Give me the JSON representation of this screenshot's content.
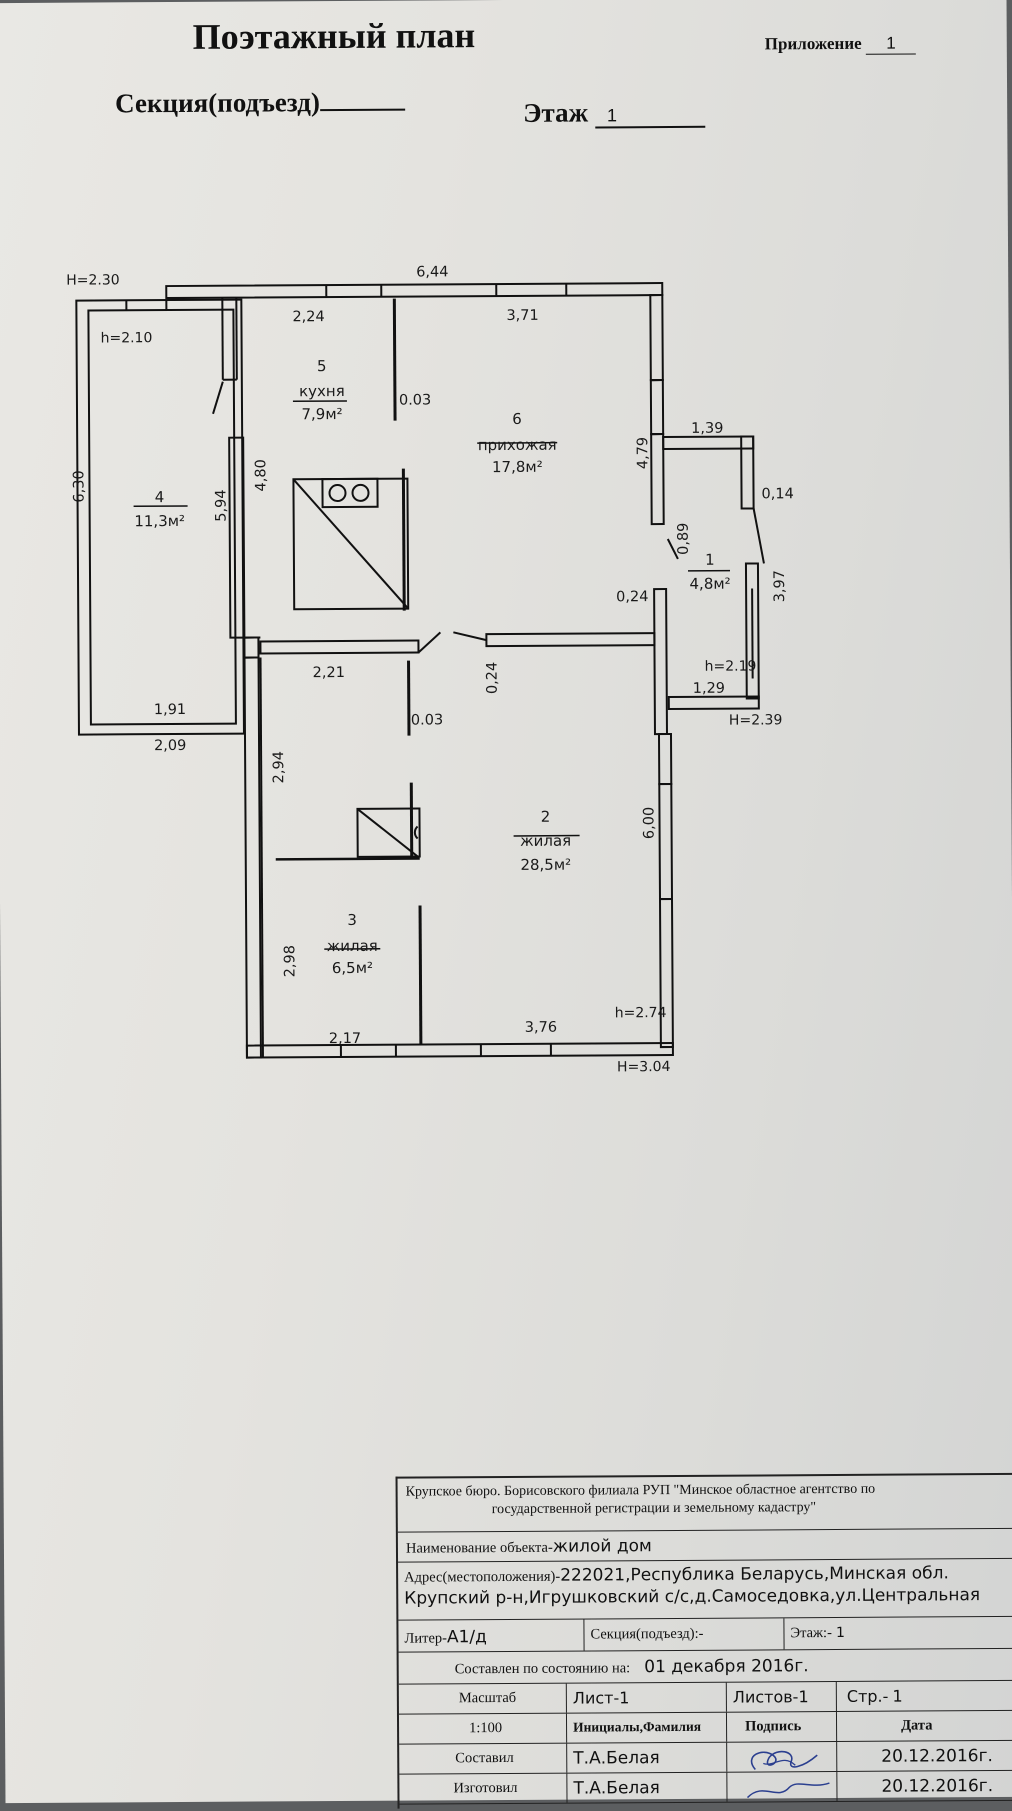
{
  "header": {
    "title": "Поэтажный план",
    "appendix_label": "Приложение",
    "appendix_value": "1",
    "section_label": "Секция(подъезд)",
    "floor_label": "Этаж",
    "floor_value": "1"
  },
  "plan": {
    "rooms": [
      {
        "num": "5",
        "name": "кухня",
        "area": "7,9м²"
      },
      {
        "num": "6",
        "name": "прихожая",
        "area": "17,8м²"
      },
      {
        "num": "4",
        "name": "",
        "area": "11,3м²"
      },
      {
        "num": "1",
        "name": "",
        "area": "4,8м²"
      },
      {
        "num": "2",
        "name": "жилая",
        "area": "28,5м²"
      },
      {
        "num": "3",
        "name": "жилая",
        "area": "6,5м²"
      }
    ],
    "dimensions": {
      "top_total": "6,44",
      "top_kitchen": "2,24",
      "top_hall": "3,71",
      "kitchen_wall": "0.03",
      "left_outer": "6,30",
      "room4_inner": "5,94",
      "kitchen_height": "4,80",
      "hall_right": "4,79",
      "porch_top": "1,39",
      "porch_wall": "0,14",
      "porch_door": "0,89",
      "porch_right": "3,97",
      "hall_wall": "0,24",
      "porch_bottom": "1,29",
      "room4_bottom_inner": "1,91",
      "room4_bottom_outer": "2,09",
      "corridor_width": "2,21",
      "door_wall": "0,24",
      "corridor_wall": "0.03",
      "left_lower": "2,94",
      "right_lower": "6,00",
      "room3_left": "2,98",
      "bottom_left": "2,17",
      "bottom_right": "3,76"
    },
    "heights": {
      "H_top_left": "H=2.30",
      "h_room4": "h=2.10",
      "h_porch": "h=2.19",
      "H_porch": "H=2.39",
      "h_bottom": "h=2.74",
      "H_bottom": "H=3.04"
    }
  },
  "stamp": {
    "org_line1": "Крупское бюро. Борисовского филиала РУП \"Минское областное агентство по",
    "org_line2": "государственной регистрации и земельному кадастру\"",
    "object_label": "Наименование объекта-",
    "object_value": "жилой дом",
    "address_label": "Адрес(местоположения)-",
    "address_line1": "222021,Республика Беларусь,Минская обл.",
    "address_line2": "Крупский р-н,Игрушковский с/с,д.Самоседовка,ул.Центральная",
    "liter_label": "Литер-",
    "liter_value": "А1/д",
    "section_label": "Секция(подъезд):-",
    "floor_label": "Этаж:-",
    "floor_value": "1",
    "state_label": "Составлен по состоянию на:",
    "state_date": "01 декабря  2016г.",
    "scale_label": "Масштаб",
    "scale_value": "1:100",
    "sheet_label": "Лист-",
    "sheet_value": "1",
    "sheets_label": "Листов-",
    "sheets_value": "1",
    "page_label": "Стр.-",
    "page_value": "1",
    "initials_label": "Инициалы,Фамилия",
    "signature_label": "Подпись",
    "date_label": "Дата",
    "composed_label": "Составил",
    "composed_name": "Т.А.Белая",
    "composed_date": "20.12.2016г.",
    "made_label": "Изготовил",
    "made_name": "Т.А.Белая",
    "made_date": "20.12.2016г."
  }
}
